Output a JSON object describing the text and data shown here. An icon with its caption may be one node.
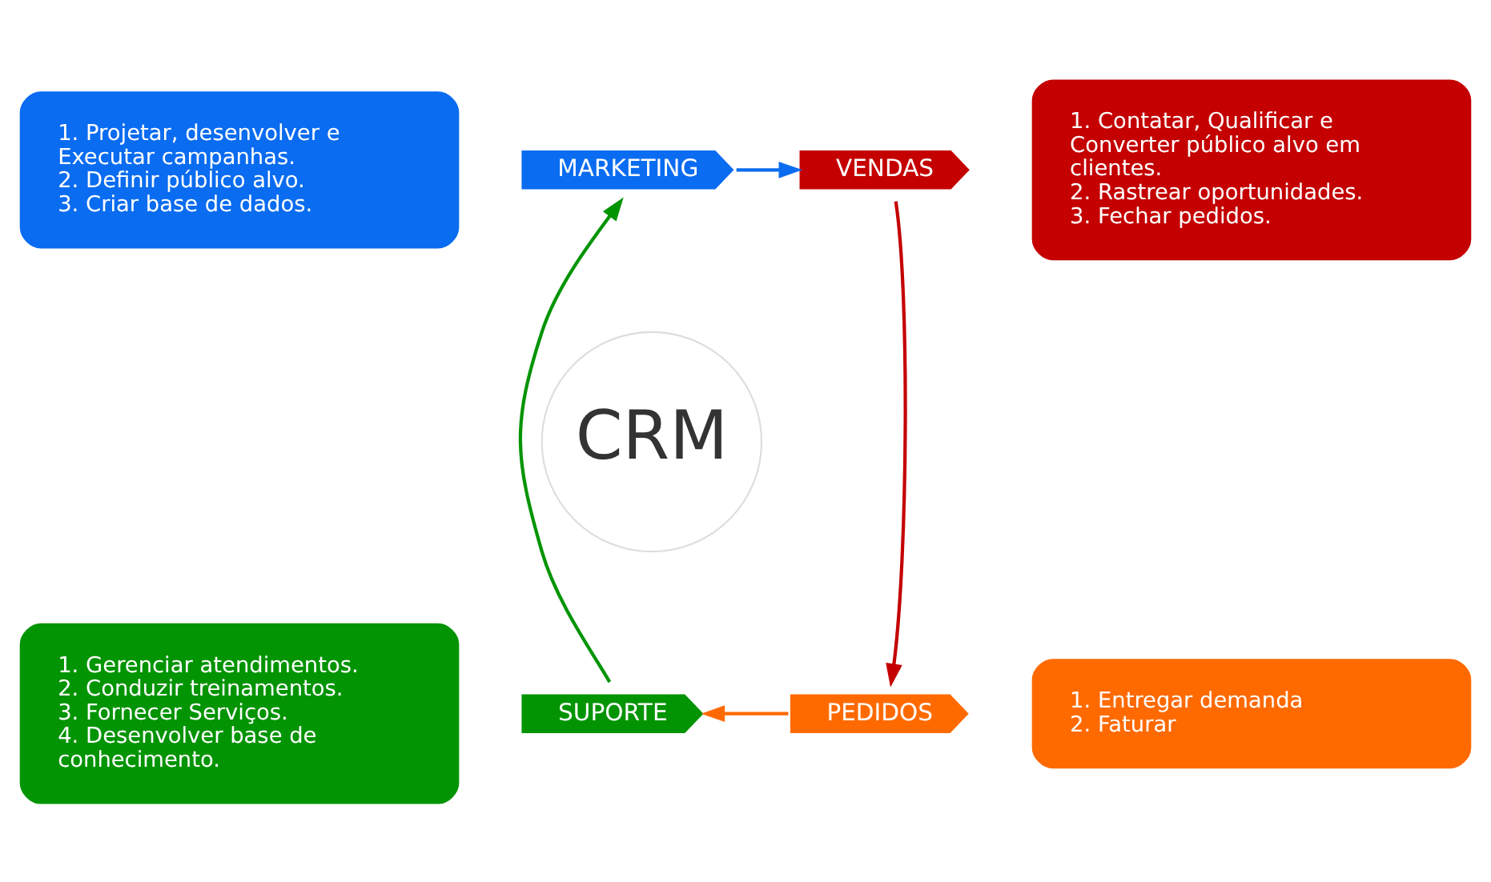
{
  "diagram": {
    "nodes": [
      {
        "text": [
          "1. Projetar, desenvolver e Executar campanhas.",
          "2. Definir público alvo.",
          "3. Criar base de dados."
        ]
      },
      {
        "text": [
          "1. Contatar, Qualificar e Converter público alvo em clientes.",
          "2. Rastrear oportunidades.",
          "3. Fechar pedidos."
        ]
      },
      {
        "text": [
          "MARKETING"
        ]
      },
      {
        "text": [
          "VENDAS"
        ]
      },
      {
        "text": [
          "CRM"
        ]
      },
      {
        "text": [
          "SUPORTE"
        ]
      },
      {
        "text": [
          "PEDIDOS"
        ]
      },
      {
        "text": [
          "1. Gerenciar atendimentos.",
          "2. Conduzir treinamentos.",
          "3. Fornecer Serviços.",
          "4. Desenvolver base de conhecimento."
        ]
      },
      {
        "text": [
          "1. Entregar demanda",
          "2. Faturar"
        ]
      }
    ],
    "edges": [
      {
        "from": 2,
        "to": 3,
        "arrow": "to",
        "color": "#0a6cf0"
      },
      {
        "from": 3,
        "to": 6,
        "arrow": "to",
        "color": "#c40000"
      },
      {
        "from": 6,
        "to": 5,
        "arrow": "to",
        "color": "#ff6a00"
      },
      {
        "from": 5,
        "to": 2,
        "arrow": "to",
        "color": "#029402"
      }
    ]
  }
}
